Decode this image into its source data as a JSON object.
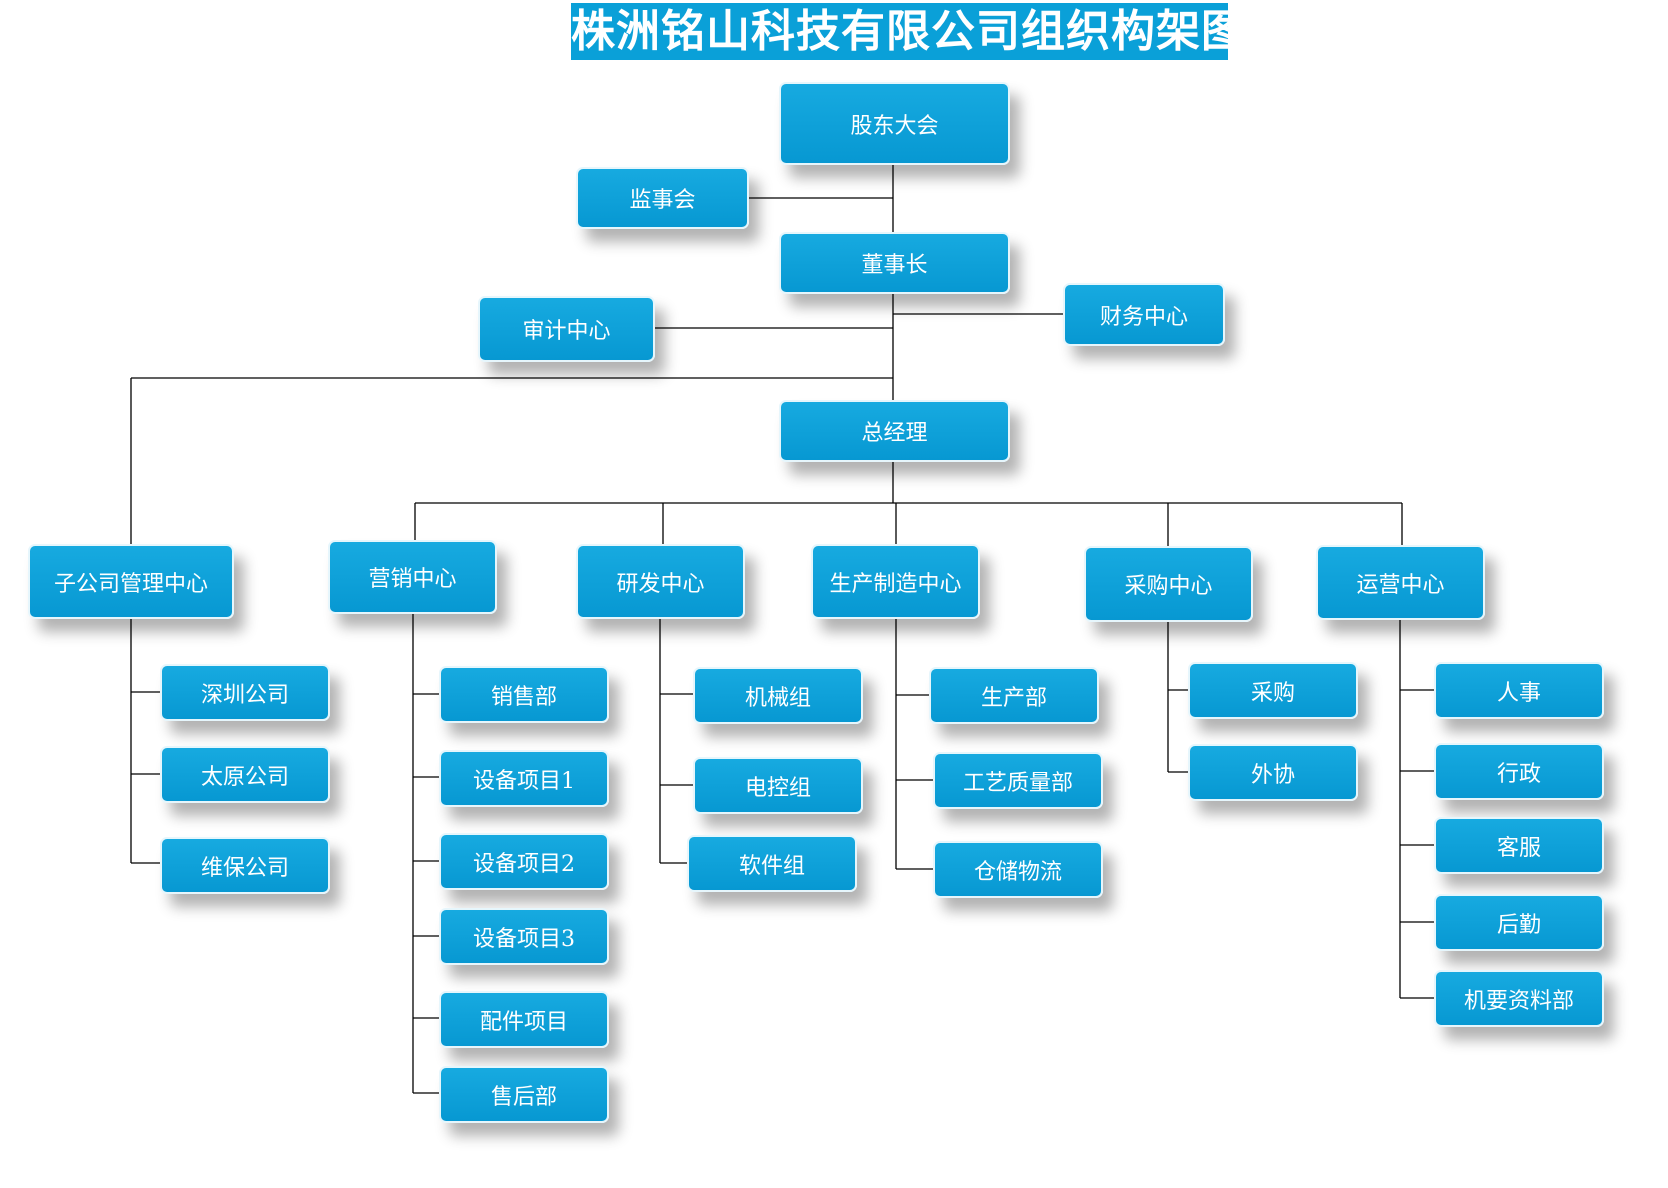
{
  "title": "株洲铭山科技有限公司组织构架图",
  "colors": {
    "node_fill": "#0a9fd8",
    "node_border": "#e6f6fc",
    "title_fill": "#0aa0d8",
    "line": "#000000",
    "text": "#ffffff"
  },
  "nodes": {
    "shareholders": "股东大会",
    "supervisors": "监事会",
    "chairman": "董事长",
    "audit": "审计中心",
    "finance": "财务中心",
    "gm": "总经理",
    "subsidiary_center": "子公司管理中心",
    "marketing_center": "营销中心",
    "rnd_center": "研发中心",
    "production_center": "生产制造中心",
    "procurement_center": "采购中心",
    "operations_center": "运营中心",
    "shenzhen": "深圳公司",
    "taiyuan": "太原公司",
    "maintenance_co": "维保公司",
    "sales_dept": "销售部",
    "equip_project_1": "设备项目1",
    "equip_project_2": "设备项目2",
    "equip_project_3": "设备项目3",
    "parts_project": "配件项目",
    "after_sales": "售后部",
    "mechanical_group": "机械组",
    "electrical_group": "电控组",
    "software_group": "软件组",
    "production_dept": "生产部",
    "process_quality": "工艺质量部",
    "warehouse_logistics": "仓储物流",
    "purchasing": "采购",
    "outsourcing": "外协",
    "hr": "人事",
    "administration": "行政",
    "customer_service": "客服",
    "logistics_support": "后勤",
    "confidential_records": "机要资料部"
  }
}
